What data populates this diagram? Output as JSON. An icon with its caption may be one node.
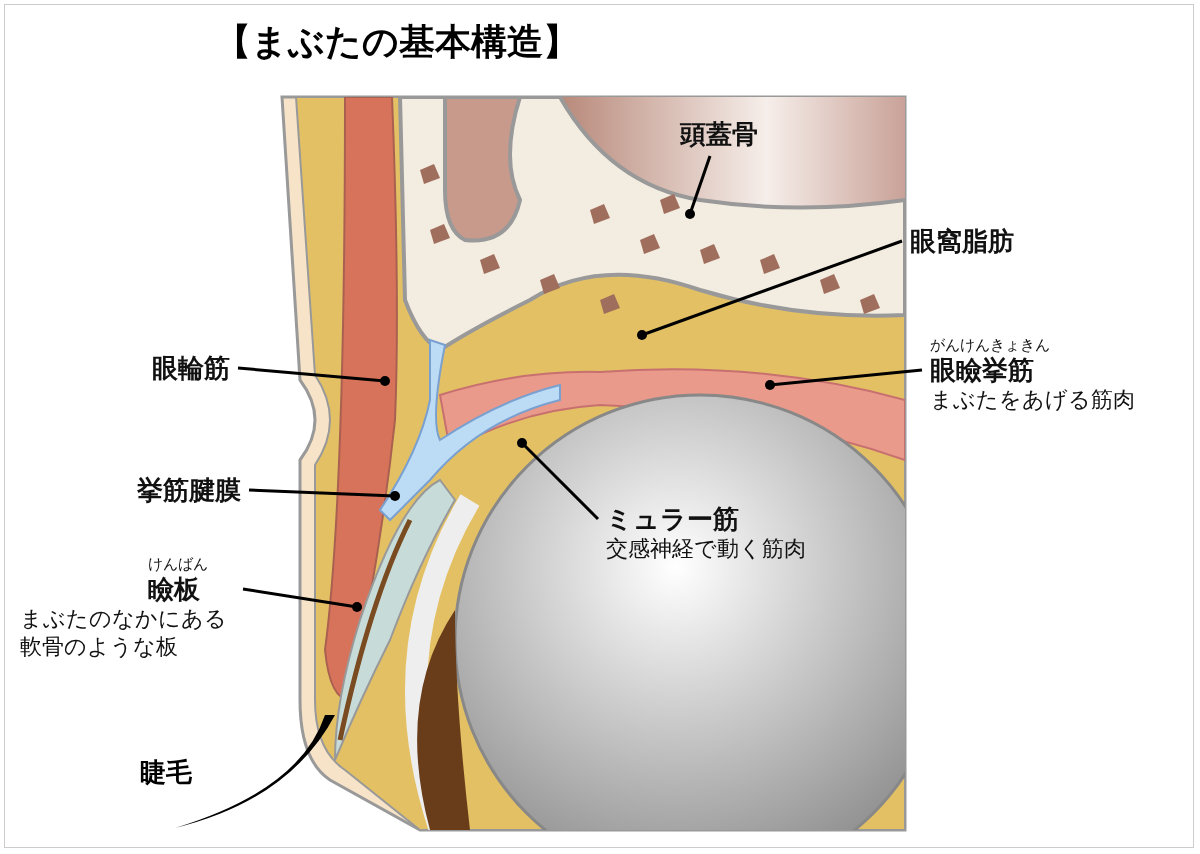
{
  "diagram": {
    "title": "【まぶたの基本構造】",
    "nodes": [
      {
        "text": [
          "頭蓋骨"
        ]
      },
      {
        "text": [
          "眼窩脂肪"
        ]
      },
      {
        "text": [
          "眼輪筋"
        ]
      },
      {
        "text": [
          "がんけんきょきん",
          "眼瞼挙筋",
          "まぶたをあげる筋肉"
        ]
      },
      {
        "text": [
          "挙筋腱膜"
        ]
      },
      {
        "text": [
          "ミュラー筋",
          "交感神経で動く筋肉"
        ]
      },
      {
        "text": [
          "けんばん",
          "瞼板",
          "まぶたのなかにある軟骨のような板"
        ]
      }
    ],
    "edges": [
      {
        "from": 0,
        "to": null,
        "arrow": "other"
      },
      {
        "from": 1,
        "to": null,
        "arrow": "other"
      },
      {
        "from": 2,
        "to": null,
        "arrow": "other"
      },
      {
        "from": 3,
        "to": null,
        "arrow": "other"
      },
      {
        "from": 4,
        "to": null,
        "arrow": "other"
      },
      {
        "from": 5,
        "to": null,
        "arrow": "other"
      },
      {
        "from": 6,
        "to": null,
        "arrow": "other"
      }
    ],
    "labels": [
      "睫毛"
    ]
  }
}
